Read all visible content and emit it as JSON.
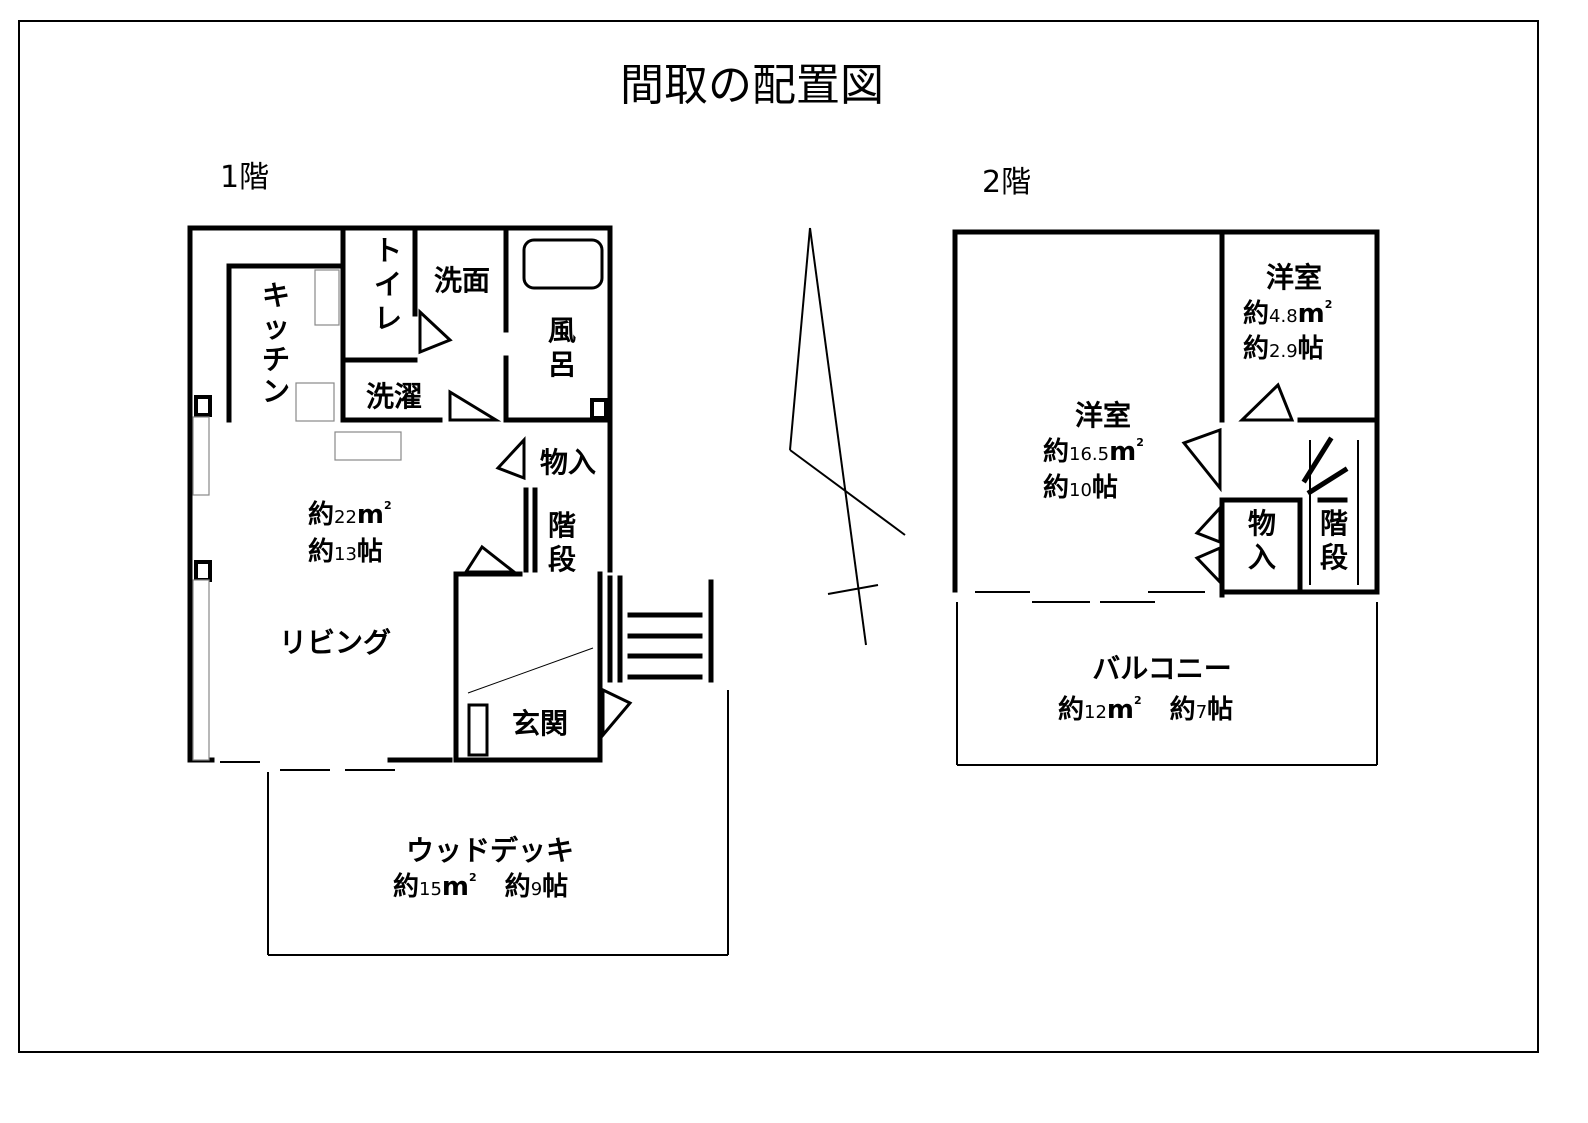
{
  "title": "間取の配置図",
  "floor1": {
    "label": "1階",
    "rooms": {
      "toilet": "トイレ",
      "washroom": "洗面",
      "bath": "風呂",
      "laundry": "洗濯",
      "kitchen": "キッチン",
      "storage": "物入",
      "stairs": "階段",
      "living": "リビング",
      "entrance": "玄関",
      "wooddeck": "ウッドデッキ"
    },
    "living_area": {
      "m2_prefix": "約",
      "m2_value": "22",
      "m2_unit": "m",
      "m2_sup": "2",
      "jo_prefix": "約",
      "jo_value": "13",
      "jo_unit": "帖"
    },
    "deck_area": {
      "m2_prefix": "約",
      "m2_value": "15",
      "m2_unit": "m",
      "m2_sup": "2",
      "jo_prefix": "約",
      "jo_value": "9",
      "jo_unit": "帖"
    }
  },
  "floor2": {
    "label": "2階",
    "rooms": {
      "western_small": "洋室",
      "western_large": "洋室",
      "storage": "物入",
      "stairs": "階段",
      "balcony": "バルコニー"
    },
    "small_area": {
      "m2_prefix": "約",
      "m2_value": "4.8",
      "m2_unit": "m",
      "m2_sup": "2",
      "jo_prefix": "約",
      "jo_value": "2.9",
      "jo_unit": "帖"
    },
    "large_area": {
      "m2_prefix": "約",
      "m2_value": "16.5",
      "m2_unit": "m",
      "m2_sup": "2",
      "jo_prefix": "約",
      "jo_value": "10",
      "jo_unit": "帖"
    },
    "balcony_area": {
      "m2_prefix": "約",
      "m2_value": "12",
      "m2_unit": "m",
      "m2_sup": "2",
      "jo_prefix": "約",
      "jo_value": "7",
      "jo_unit": "帖"
    }
  }
}
